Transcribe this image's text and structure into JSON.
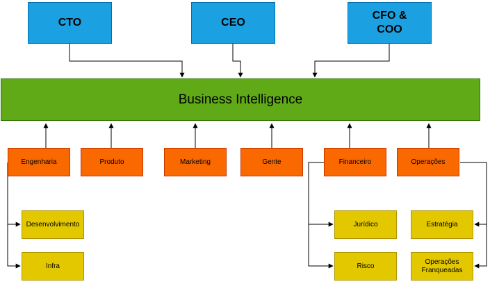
{
  "executives": {
    "cto": "CTO",
    "ceo": "CEO",
    "cfo_coo": "CFO &\nCOO"
  },
  "center": {
    "label": "Business Intelligence"
  },
  "departments": {
    "engenharia": "Engenharia",
    "produto": "Produto",
    "marketing": "Marketing",
    "gente": "Gente",
    "financeiro": "Financeiro",
    "operacoes": "Operações"
  },
  "subunits": {
    "desenvolvimento": "Desenvolvimento",
    "infra": "Infra",
    "juridico": "Jurídico",
    "risco": "Risco",
    "estrategia": "Estratégia",
    "operacoes_franqueadas": "Operações\nFranqueadas"
  },
  "colors": {
    "executive": "#1ba1e2",
    "center": "#60a917",
    "department": "#fa6800",
    "subunit": "#e3c800",
    "connector": "#000000"
  }
}
